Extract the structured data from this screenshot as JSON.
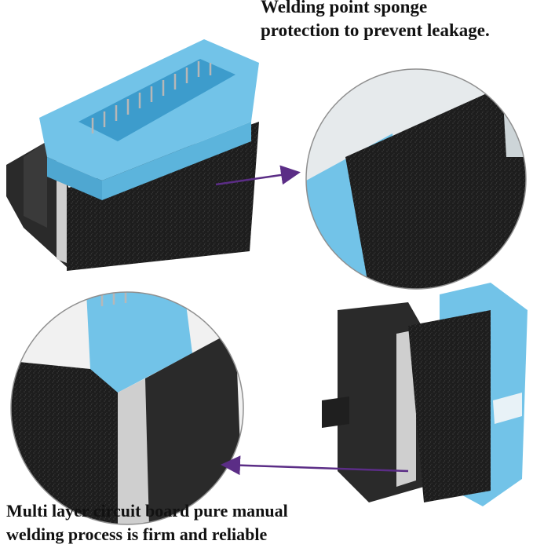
{
  "captions": {
    "top_line1": "Welding point sponge",
    "top_line2": "protection to prevent leakage.",
    "bottom_line1": "Multi layer circuit board pure manual",
    "bottom_line2": "welding process is firm and reliable"
  },
  "icons": {
    "arrow": "purple-arrow-icon",
    "connector": "usb-header-adapter-icon"
  },
  "colors": {
    "housing_blue": "#72c3e8",
    "housing_blue_dark": "#4fa7d1",
    "sponge_black": "#1d1d1d",
    "plastic_black": "#2a2a2a",
    "pin_silver": "#b7b7b7",
    "arrow_purple": "#5b2d86",
    "lens_outline": "#8f8f8f"
  }
}
